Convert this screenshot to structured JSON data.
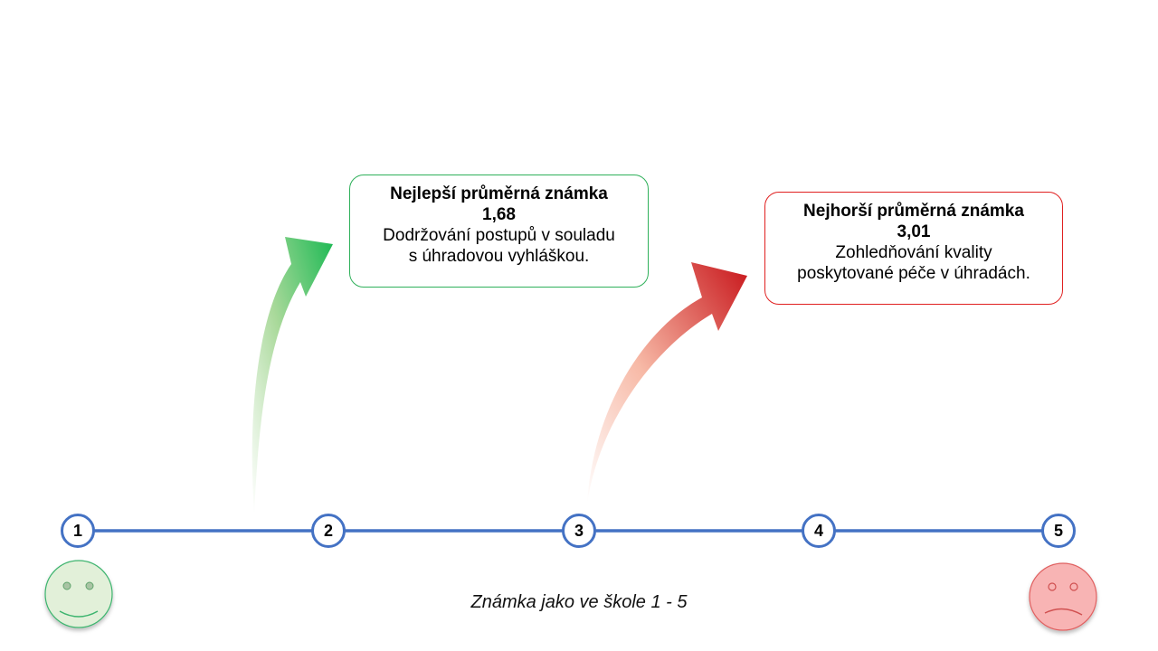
{
  "colors": {
    "axis_line": "#4472c4",
    "best_border": "#2fb05a",
    "worst_border": "#e02020",
    "happy_face_fill": "#e2f0d9",
    "sad_face_fill": "#f8b4b4"
  },
  "best_callout": {
    "title": "Nejlepší průměrná známka",
    "value": "1,68",
    "desc_line1": "Dodržování postupů v souladu",
    "desc_line2": "s úhradovou vyhláškou."
  },
  "worst_callout": {
    "title": "Nejhorší průměrná známka",
    "value": "3,01",
    "desc_line1": "Zohledňování kvality",
    "desc_line2": "poskytované péče v úhradách."
  },
  "scale": {
    "nodes": [
      {
        "label": "1"
      },
      {
        "label": "2"
      },
      {
        "label": "3"
      },
      {
        "label": "4"
      },
      {
        "label": "5"
      }
    ],
    "caption": "Známka jako ve škole 1 - 5",
    "left_icon": "happy-face",
    "right_icon": "sad-face"
  }
}
